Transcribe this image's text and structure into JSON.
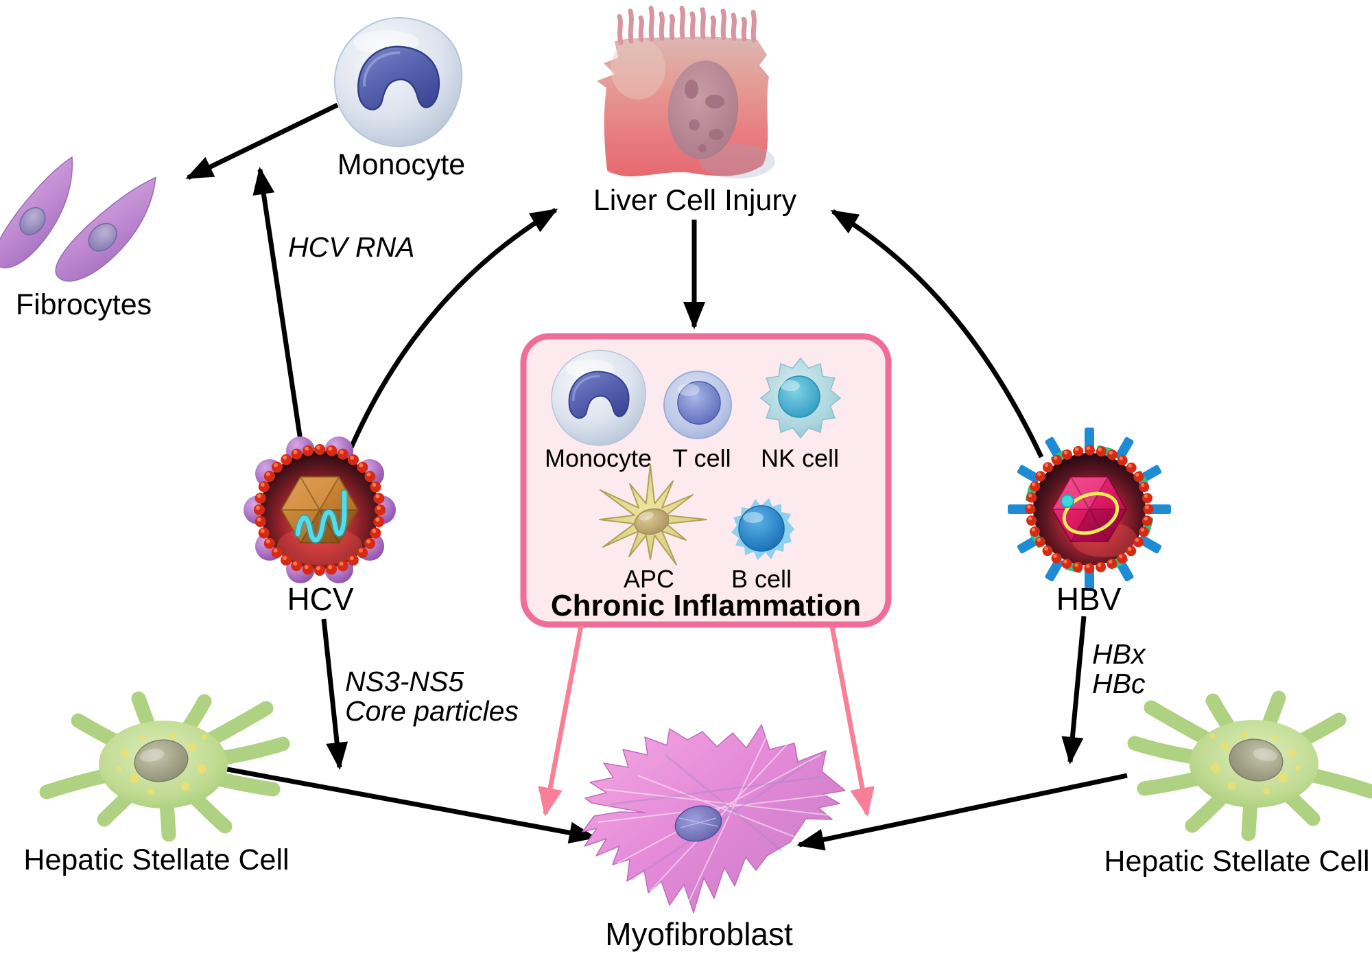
{
  "figure": {
    "nodes": {
      "monocyte": "Monocyte",
      "fibrocytes": "Fibrocytes",
      "liver_cell_injury": "Liver Cell Injury",
      "hcv": "HCV",
      "hbv": "HBV",
      "hepatic_stellate_cell_left": "Hepatic Stellate Cell",
      "hepatic_stellate_cell_right": "Hepatic Stellate Cell",
      "myofibroblast": "Myofibroblast"
    },
    "annotations": {
      "hcv_rna": "HCV RNA",
      "ns3_ns5": "NS3-NS5",
      "core_particles": "Core particles",
      "hbx": "HBx",
      "hbc": "HBc"
    },
    "inflammation_box": {
      "title": "Chronic Inflammation",
      "cells": [
        {
          "label": "Monocyte"
        },
        {
          "label": "T cell"
        },
        {
          "label": "NK cell"
        },
        {
          "label": "APC"
        },
        {
          "label": "B cell"
        }
      ]
    },
    "colors": {
      "box_border": "#F06D98",
      "box_fill": "#FDEAEE",
      "box_title": "#F4749F",
      "pink_arrow": "#F87F96",
      "black_arrow": "#000000"
    }
  }
}
